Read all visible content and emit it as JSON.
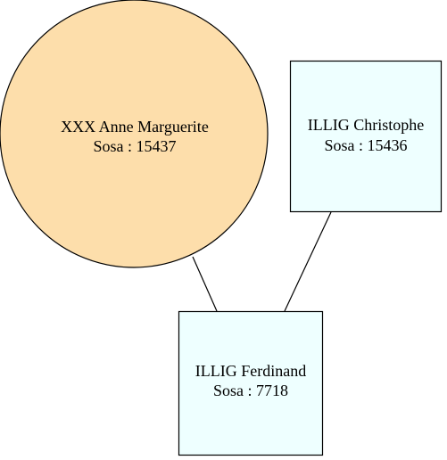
{
  "colors": {
    "female": "#fddeab",
    "male": "#eeffff",
    "stroke": "#000000"
  },
  "nodes": {
    "mother": {
      "name": "XXX Anne Marguerite",
      "sosa": "Sosa : 15437",
      "shape": "circle"
    },
    "father": {
      "name": "ILLIG Christophe",
      "sosa": "Sosa : 15436",
      "shape": "box"
    },
    "child": {
      "name": "ILLIG Ferdinand",
      "sosa": "Sosa : 7718",
      "shape": "box"
    }
  },
  "edges": [
    {
      "from": "mother",
      "to": "child"
    },
    {
      "from": "father",
      "to": "child"
    }
  ]
}
